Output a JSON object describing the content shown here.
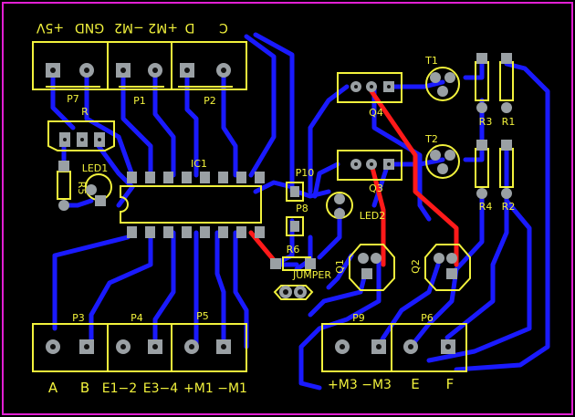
{
  "colors": {
    "background": "#000000",
    "board_outline": "#e21fd3",
    "trace_blue": "#1a1aff",
    "trace_red": "#ff1a1a",
    "silkscreen": "#f2f23c",
    "pad": "#9aa0a4",
    "pad_hole": "#111111"
  },
  "labels": {
    "top_c": "C",
    "top_d": "D",
    "top_m2": "+M2 −M2",
    "top_gnd": "GND",
    "top_5v": "+5V",
    "p7": "P7",
    "p1": "P1",
    "p2": "P2",
    "r": "R",
    "led1": "LED1",
    "r5": "R5",
    "ic1": "IC1",
    "p10": "P10",
    "p8": "P8",
    "r6": "R6",
    "jumper": "JUMPER",
    "led2": "LED2",
    "q4": "Q4",
    "q3": "Q3",
    "t1": "T1",
    "t2": "T2",
    "r3": "R3",
    "r1": "R1",
    "r4": "R4",
    "r2": "R2",
    "q1": "Q1",
    "q2": "Q2",
    "p3": "P3",
    "p4": "P4",
    "p5": "P5",
    "p9": "P9",
    "p6": "P6",
    "bottom_a": "A",
    "bottom_b": "B",
    "bottom_e12": "E1−2",
    "bottom_e34": "E3−4",
    "bottom_m1": "+M1 −M1",
    "bottom_m3": "+M3 −M3",
    "bottom_e": "E",
    "bottom_f": "F"
  }
}
